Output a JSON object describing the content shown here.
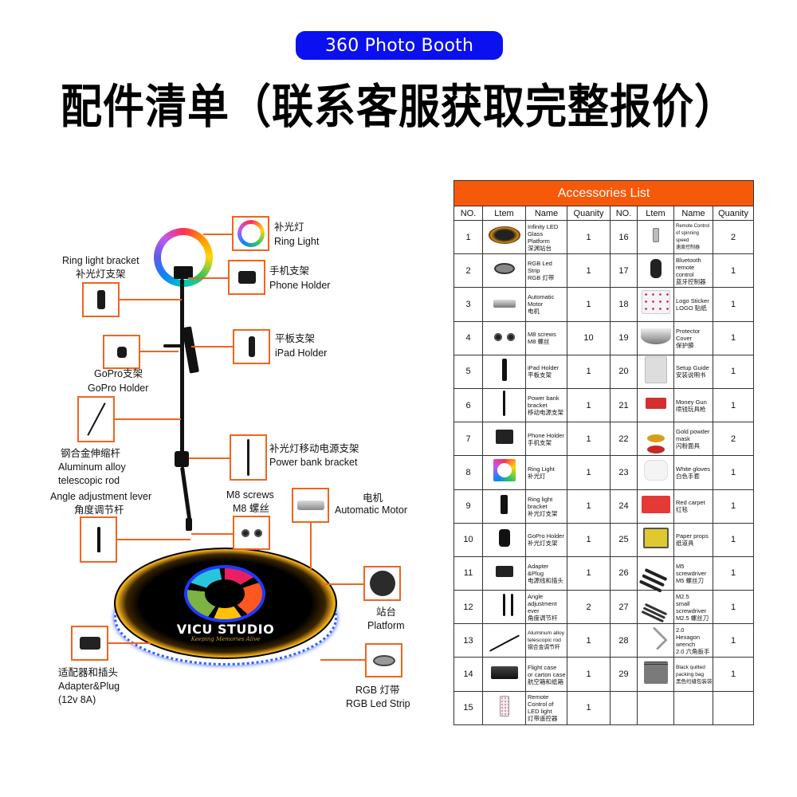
{
  "header": {
    "badge": "360 Photo Booth",
    "headline": "配件清单（联系客服获取完整报价）"
  },
  "diagram": {
    "brand": "VICU STUDIO",
    "brand_tagline": "Keeping Memories Alive",
    "callouts": {
      "ring_light": {
        "zh": "补光灯",
        "en": "Ring Light"
      },
      "phone_holder": {
        "zh": "手机支架",
        "en": "Phone Holder"
      },
      "ring_light_bracket": {
        "en": "Ring light bracket",
        "zh": "补光灯支架"
      },
      "ipad_holder": {
        "zh": "平板支架",
        "en": "iPad Holder"
      },
      "gopro_holder": {
        "zh": "GoPro支架",
        "en": "GoPro Holder"
      },
      "telescopic_rod": {
        "zh": "钢合金伸缩杆",
        "en1": "Aluminum alloy",
        "en2": "telescopic rod"
      },
      "power_bank_bracket": {
        "zh": "补光灯移动电源支架",
        "en": "Power bank bracket"
      },
      "angle_lever": {
        "en": "Angle adjustment lever",
        "zh": "角度调节杆"
      },
      "m8_screws": {
        "en": "M8 screws",
        "zh": "M8 螺丝"
      },
      "motor": {
        "zh": "电机",
        "en": "Automatic Motor"
      },
      "platform": {
        "zh": "站台",
        "en": "Platform"
      },
      "adapter": {
        "zh": "适配器和插头",
        "en": "Adapter&Plug",
        "spec": "(12v 8A)"
      },
      "rgb_strip": {
        "zh": "RGB 灯带",
        "en": "RGB Led Strip"
      }
    }
  },
  "table": {
    "title": "Accessories List",
    "title_color": "#f7590a",
    "headers": [
      "NO.",
      "Ltem",
      "Name",
      "Quanity",
      "NO.",
      "Ltem",
      "Name",
      "Quanity"
    ],
    "rows": [
      {
        "left": {
          "no": "1",
          "name": "Infinity LED\nGlass\nPlatform\n深渊站台",
          "qty": "1"
        },
        "right": {
          "no": "16",
          "name": "Remote Control\nof spinning speed\n速度控制器",
          "qty": "2"
        }
      },
      {
        "left": {
          "no": "2",
          "name": "RGB Led\nStrip\nRGB 灯带",
          "qty": "1"
        },
        "right": {
          "no": "17",
          "name": "Bluetooth\nremote\ncontrol\n蓝牙控制器",
          "qty": "1"
        }
      },
      {
        "left": {
          "no": "3",
          "name": "Automatic\nMotor\n电机",
          "qty": "1"
        },
        "right": {
          "no": "18",
          "name": "Logo Sticker\nLOGO 贴纸",
          "qty": "1"
        }
      },
      {
        "left": {
          "no": "4",
          "name": "M8 screws\nM8 螺丝",
          "qty": "10"
        },
        "right": {
          "no": "19",
          "name": "Protector\nCover\n保护膜",
          "qty": "1"
        }
      },
      {
        "left": {
          "no": "5",
          "name": "iPad Holder\n平板支架",
          "qty": "1"
        },
        "right": {
          "no": "20",
          "name": "Setup Guide\n安装说明书",
          "qty": "1"
        }
      },
      {
        "left": {
          "no": "6",
          "name": "Power bank\nbracket\n移动电源支架",
          "qty": "1"
        },
        "right": {
          "no": "21",
          "name": "Money Gun\n喷钱玩具枪",
          "qty": "1"
        }
      },
      {
        "left": {
          "no": "7",
          "name": "Phone Holder\n手机支架",
          "qty": "1"
        },
        "right": {
          "no": "22",
          "name": "Gold powder\nmask\n闪粉面具",
          "qty": "2"
        }
      },
      {
        "left": {
          "no": "8",
          "name": "Ring Light\n补光灯",
          "qty": "1"
        },
        "right": {
          "no": "23",
          "name": "White gloves\n白色手套",
          "qty": "1"
        }
      },
      {
        "left": {
          "no": "9",
          "name": "Ring light\nbracket\n补光灯支架",
          "qty": "1"
        },
        "right": {
          "no": "24",
          "name": "Red carpet\n红毯",
          "qty": "1"
        }
      },
      {
        "left": {
          "no": "10",
          "name": "GoPro Holder\n补光灯支架",
          "qty": "1"
        },
        "right": {
          "no": "25",
          "name": "Paper props\n纸道具",
          "qty": "1"
        }
      },
      {
        "left": {
          "no": "11",
          "name": "Adapter\n&Plug\n电源线和插头",
          "qty": "1"
        },
        "right": {
          "no": "26",
          "name": "M5\nscrewdriver\nM5 螺丝刀",
          "qty": "1"
        }
      },
      {
        "left": {
          "no": "12",
          "name": "Angle\nadjustment\never\n角度调节杆",
          "qty": "2"
        },
        "right": {
          "no": "27",
          "name": "M2.5\nsmall\nscrewdriver\nM2.5 螺丝刀",
          "qty": "1"
        }
      },
      {
        "left": {
          "no": "13",
          "name": "Aluminum alloy\ntelescopic rod\n钢合金调节杆",
          "qty": "1"
        },
        "right": {
          "no": "28",
          "name": "2.0\nHexagon\nwrench\n2.0 六角扳手",
          "qty": "1"
        }
      },
      {
        "left": {
          "no": "14",
          "name": "Flight case\nor carton case\n航空箱和纸箱",
          "qty": "1"
        },
        "right": {
          "no": "29",
          "name": "Black quilted\npacking bag\n黑色绗缝包装袋",
          "qty": "1"
        }
      },
      {
        "left": {
          "no": "15",
          "name": "Remote\nControl of\nLED light\n灯带遥控器",
          "qty": "1"
        },
        "right": {
          "no": "",
          "name": "",
          "qty": ""
        }
      }
    ]
  }
}
